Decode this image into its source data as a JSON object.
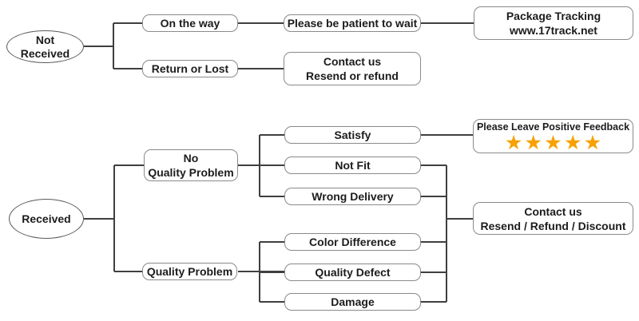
{
  "colors": {
    "connector": "#3f3f3f",
    "box_border": "#8a8a8a",
    "text": "#1c1c1c",
    "star": "#f7a104"
  },
  "top_flow": {
    "root_line1": "Not",
    "root_line2": "Received",
    "on_the_way": "On the way",
    "be_patient": "Please be patient to wait",
    "tracking_line1": "Package Tracking",
    "tracking_line2": "www.17track.net",
    "return_or_lost": "Return or Lost",
    "contact_line1": "Contact us",
    "contact_line2": "Resend or refund"
  },
  "bottom_flow": {
    "root": "Received",
    "no_problem_line1": "No",
    "no_problem_line2": "Quality Problem",
    "satisfy": "Satisfy",
    "not_fit": "Not Fit",
    "wrong_delivery": "Wrong Delivery",
    "feedback_label": "Please Leave Positive Feedback",
    "feedback_stars": "★★★★★",
    "quality_problem": "Quality Problem",
    "color_difference": "Color Difference",
    "quality_defect": "Quality Defect",
    "damage": "Damage",
    "contact_line1": "Contact us",
    "contact_line2": "Resend / Refund / Discount"
  }
}
